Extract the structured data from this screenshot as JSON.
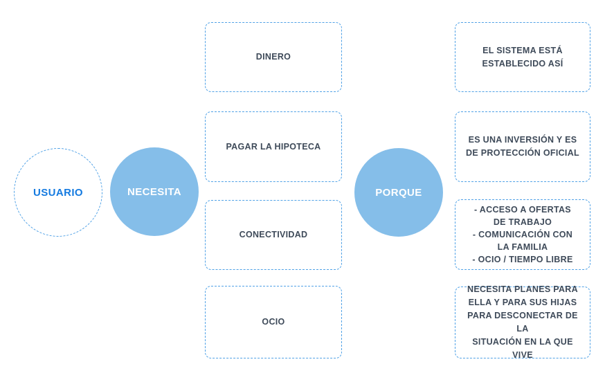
{
  "diagram": {
    "title": "user-needs-mapping",
    "colors": {
      "background": "#ffffff",
      "dashed_border_blue": "#4fa1e6",
      "circle_fill_blue": "#85bee9",
      "circle_label_white": "#ffffff",
      "box_text_dark": "#3e4a59",
      "usuario_text_blue": "#147ae0"
    },
    "nodes": {
      "usuario": {
        "label": "USUARIO"
      },
      "necesita": {
        "label": "NECESITA"
      },
      "porque": {
        "label": "PORQUE"
      }
    },
    "needs": [
      {
        "label": "DINERO"
      },
      {
        "label": "PAGAR LA HIPOTECA"
      },
      {
        "label": "CONECTIVIDAD"
      },
      {
        "label": "OCIO"
      }
    ],
    "reasons": [
      {
        "text": "EL SISTEMA ESTÁ\nESTABLECIDO ASÍ"
      },
      {
        "text": "ES UNA INVERSIÓN Y ES\nDE PROTECCIÓN OFICIAL"
      },
      {
        "text": "- ACCESO A OFERTAS\nDE TRABAJO\n- COMUNICACIÓN CON\nLA FAMILIA\n- OCIO / TIEMPO LIBRE"
      },
      {
        "text": "NECESITA PLANES PARA\nELLA Y PARA SUS HIJAS\nPARA DESCONECTAR DE LA\nSITUACIÓN EN LA QUE VIVE"
      }
    ]
  }
}
